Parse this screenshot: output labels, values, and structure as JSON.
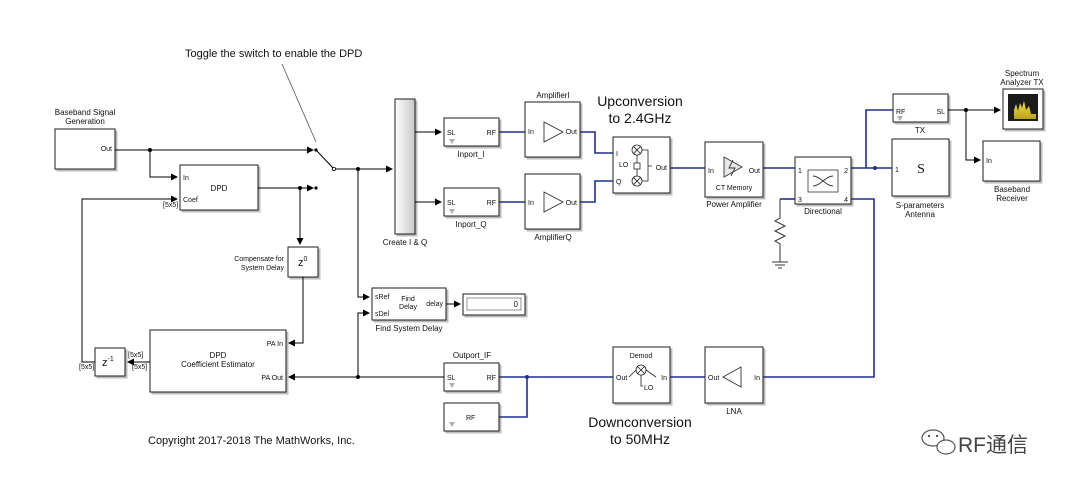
{
  "annotation_toggle": "Toggle the switch to enable the DPD",
  "upconversion": [
    "Upconversion",
    "to 2.4GHz"
  ],
  "downconversion": [
    "Downconversion",
    "to 50MHz"
  ],
  "copyright": "Copyright 2017-2018 The MathWorks, Inc.",
  "watermark": "RF通信",
  "baseband": {
    "title": [
      "Baseband Signal",
      "Generation"
    ],
    "port": "Out"
  },
  "dpd": {
    "name": "DPD",
    "in": "In",
    "coef": "Coef",
    "dim": "[5x5]"
  },
  "compensate": {
    "label": [
      "Compensate for",
      "System Delay"
    ],
    "symbol": "z",
    "exp": "0"
  },
  "zinv": {
    "symbol": "z",
    "exp": "-1",
    "dim_left": "[5x5]",
    "dim_right_top": "[5x5]",
    "dim_right_bottom": "[5x5]"
  },
  "estimator": {
    "title": [
      "DPD",
      "Coefficient Estimator"
    ],
    "pa_in": "PA In",
    "pa_out": "PA Out"
  },
  "createiq": {
    "label": "Create I & Q"
  },
  "inport_i": {
    "sl": "SL",
    "rf": "RF",
    "label": "Inport_I"
  },
  "inport_q": {
    "sl": "SL",
    "rf": "RF",
    "label": "Inport_Q"
  },
  "amp_i": {
    "title": "AmplifierI",
    "in": "In",
    "out": "Out"
  },
  "amp_q": {
    "title": "AmplifierQ",
    "in": "In",
    "out": "Out"
  },
  "mixer": {
    "i": "I",
    "q": "Q",
    "lo": "LO",
    "out": "Out"
  },
  "pa": {
    "in": "In",
    "out": "Out",
    "name": "CT Memory",
    "label": "Power Amplifier"
  },
  "coupler": {
    "p1": "1",
    "p2": "2",
    "p3": "3",
    "p4": "4",
    "label": "Directional"
  },
  "tx": {
    "rf": "RF",
    "sl": "SL",
    "label": "TX"
  },
  "spectrum": {
    "title": [
      "Spectrum",
      "Analyzer TX"
    ]
  },
  "sparam": {
    "port": "1",
    "symbol": "S",
    "label": [
      "S-parameters",
      "Antenna"
    ]
  },
  "bbrx": {
    "in": "In",
    "label": [
      "Baseband",
      "Receiver"
    ]
  },
  "finddelay": {
    "sref": "sRef",
    "sdel": "sDel",
    "name": [
      "Find",
      "Delay"
    ],
    "out": "delay",
    "label": "Find System Delay"
  },
  "display": {
    "value": "0"
  },
  "outport_if": {
    "title": "Outport_IF",
    "sl": "SL",
    "rf": "RF"
  },
  "rf_ground": {
    "rf": "RF"
  },
  "demod": {
    "title": "Demod",
    "out": "Out",
    "in": "In",
    "lo": "LO"
  },
  "lna": {
    "out": "Out",
    "in": "In",
    "label": "LNA"
  }
}
